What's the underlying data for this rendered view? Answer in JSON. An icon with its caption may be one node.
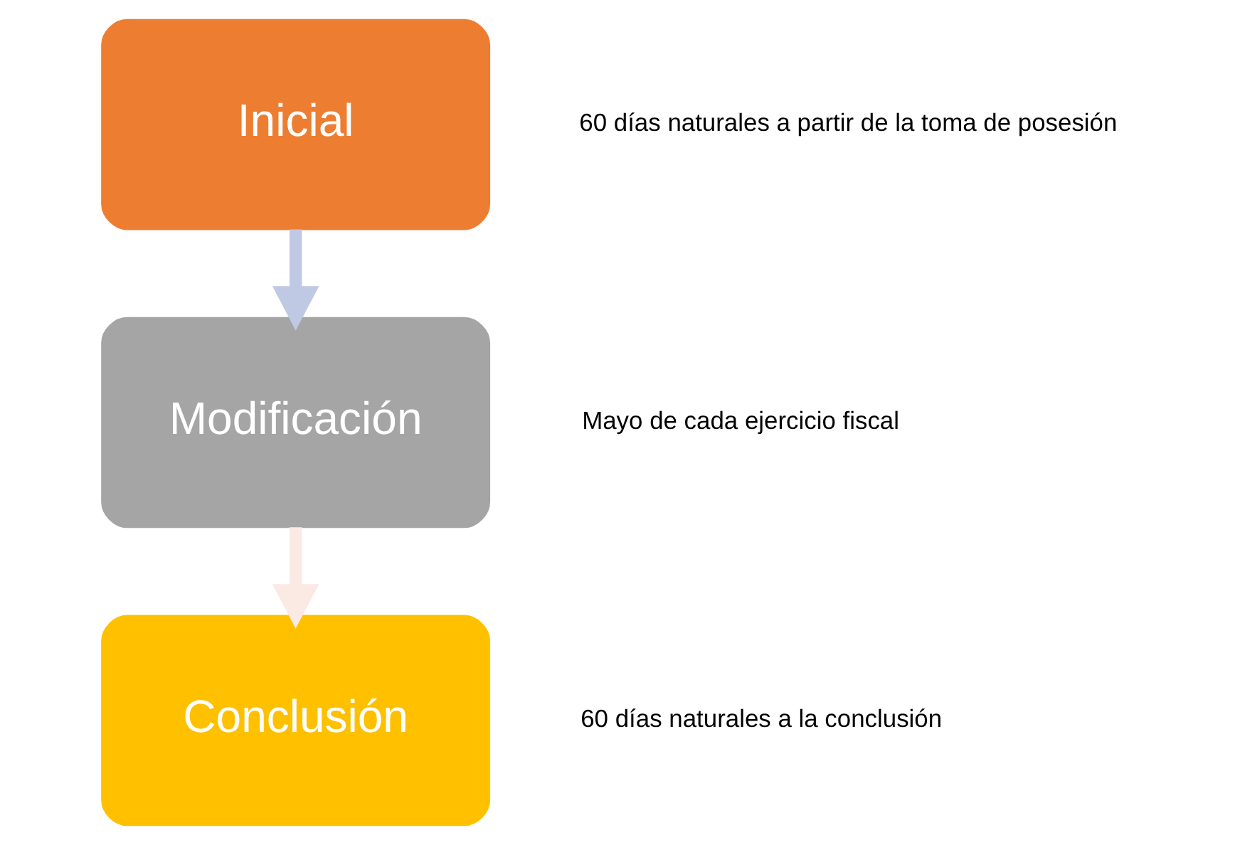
{
  "diagram": {
    "nodes": [
      {
        "text": [
          "Inicial"
        ],
        "beside": [
          "60 días naturales a partir de la toma de posesión"
        ]
      },
      {
        "text": [
          "Modificación"
        ],
        "beside": [
          "Mayo de cada ejercicio fiscal"
        ]
      },
      {
        "text": [
          "Conclusión"
        ],
        "beside": [
          "60 días naturales a la conclusión"
        ]
      }
    ],
    "edges": [
      {
        "from": 0,
        "to": 1,
        "arrow": "to",
        "color": "#bfc9e3"
      },
      {
        "from": 1,
        "to": 2,
        "arrow": "to",
        "color": "#fbe9e3"
      }
    ]
  }
}
